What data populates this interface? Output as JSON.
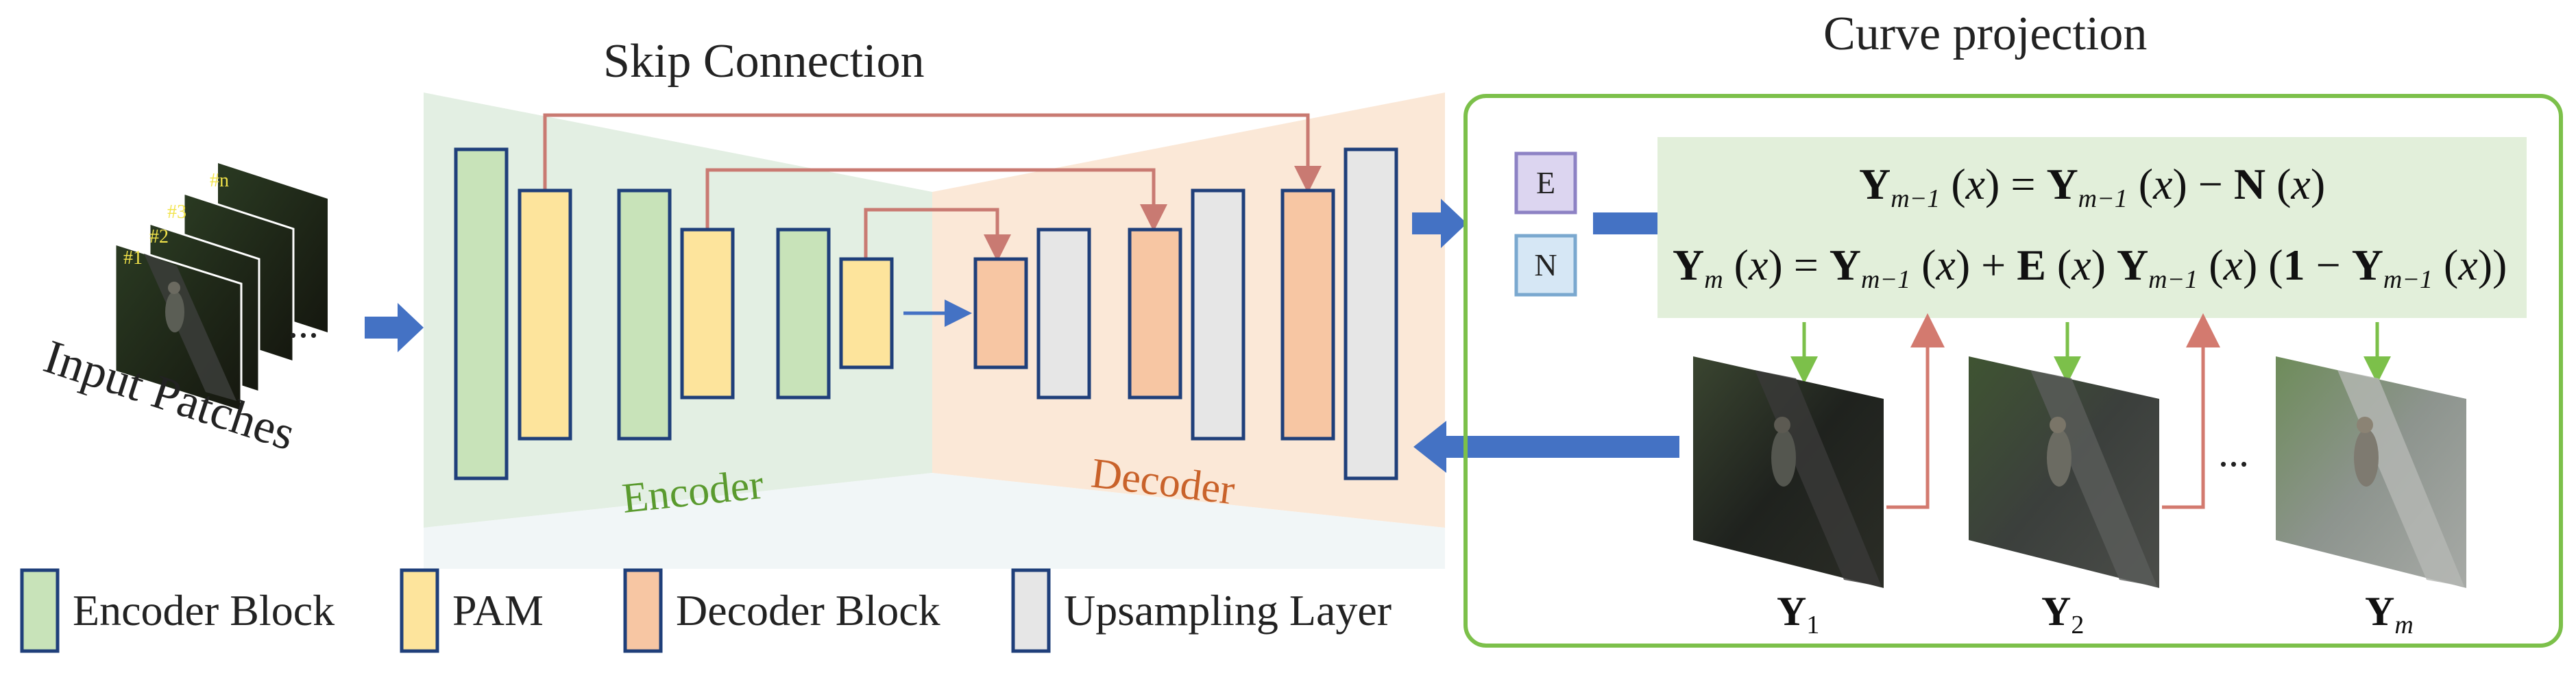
{
  "titles": {
    "skip_connection": "Skip Connection",
    "curve_projection": "Curve projection"
  },
  "input": {
    "label": "Input Patches",
    "patch_tags": [
      "#1",
      "#2",
      "#3",
      "#n"
    ],
    "ellipsis": "..."
  },
  "regions": {
    "encoder": "Encoder",
    "decoder": "Decoder"
  },
  "estimators": {
    "e": "E",
    "n": "N"
  },
  "equations": {
    "line1_lhs": "Y",
    "line1_lhs_sub": "m−1",
    "line1_rhs_a": "Y",
    "line1_rhs_a_sub": "m−1",
    "line1_rhs_b": "N",
    "line2_lhs": "Y",
    "line2_lhs_sub": "m",
    "line2_rhs_a": "Y",
    "line2_rhs_a_sub": "m−1",
    "line2_rhs_e": "E",
    "line2_rhs_c": "Y",
    "line2_rhs_c_sub": "m−1",
    "line2_one": "1",
    "line2_rhs_d": "Y",
    "line2_rhs_d_sub": "m−1",
    "arg": "x"
  },
  "outputs": [
    {
      "label": "Y",
      "sub": "1"
    },
    {
      "label": "Y",
      "sub": "2"
    },
    {
      "label": "Y",
      "sub": "m"
    }
  ],
  "outputs_ellipsis": "...",
  "legend": [
    {
      "label": "Encoder Block",
      "color": "#c8e3b9"
    },
    {
      "label": "PAM",
      "color": "#fde49c"
    },
    {
      "label": "Decoder Block",
      "color": "#f7c6a3"
    },
    {
      "label": "Upsampling Layer",
      "color": "#e6e6e6"
    }
  ],
  "colors": {
    "block_border": "#1f3f7a",
    "encoder_bg": "#e3efe3",
    "decoder_bg": "#fbe8d7",
    "skip_line": "#c97a72",
    "arrow_blue": "#4472c4",
    "green_frame": "#7cc04a",
    "eq_bg": "#e2efda",
    "encoder_text": "#5a9a2e",
    "decoder_text": "#c9622a",
    "e_box": "#dcd5f0",
    "n_box": "#d6e7f5"
  }
}
